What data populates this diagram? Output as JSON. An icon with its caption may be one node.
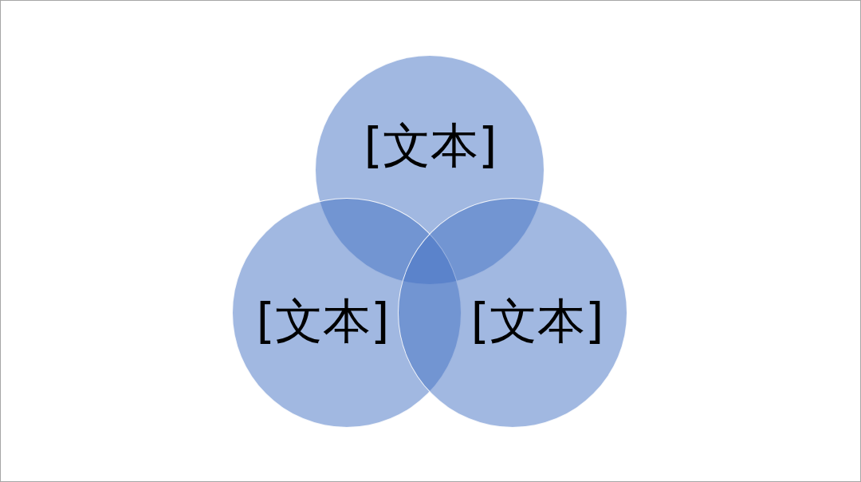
{
  "diagram": {
    "nodes": [
      {
        "text": [
          "[文本]"
        ]
      },
      {
        "text": [
          "[文本]"
        ]
      },
      {
        "text": [
          "[文本]"
        ]
      }
    ]
  }
}
